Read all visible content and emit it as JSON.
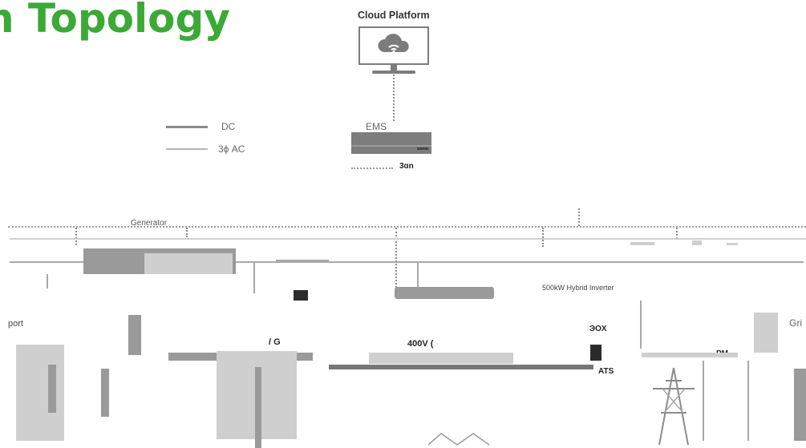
{
  "title": "n Topology",
  "cloud": {
    "label": "Cloud Platform",
    "icon": "cloud-wifi-icon"
  },
  "legend": [
    {
      "label": "DC"
    },
    {
      "label": "3ϕ AC"
    }
  ],
  "ems": {
    "label": "EMS",
    "sublabel": "3ɑn"
  },
  "generator": {
    "label": "Generator"
  },
  "inverter": {
    "label": "500kW Hybrid Inverter"
  },
  "transformer": {
    "label": "400V ( "
  },
  "box_label": "ЭOX",
  "ats_label": "ATS",
  "grid_label": "Gri",
  "load_label": "/ G",
  "port_label": "port",
  "pm_label": "PM",
  "colors": {
    "title": "#3aaa35",
    "lines": "#8a8a8a"
  }
}
